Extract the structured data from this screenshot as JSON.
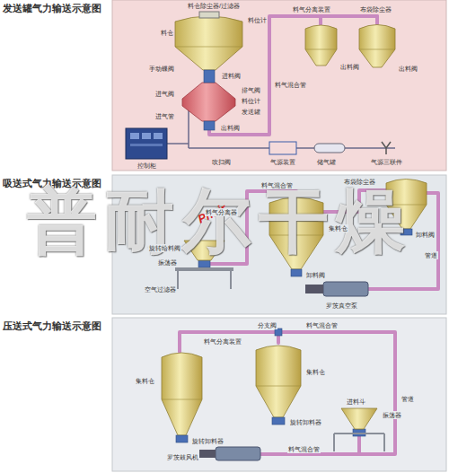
{
  "diagram": {
    "nodes": [
      {
        "text": [
          "发送罐气力输送示意图"
        ]
      },
      {
        "text": [
          "吸送式气力输送示意图"
        ]
      },
      {
        "text": [
          "压送式气力输送示意图"
        ]
      }
    ],
    "labels": [
      "普耐尔干燥",
      "Pnair",
      "料仓除尘器/过滤器",
      "料位计",
      "料仓",
      "料气分离装置",
      "布袋除尘器",
      "手动蝶阀",
      "进料阀",
      "出料阀",
      "出料阀",
      "料气混合管",
      "排气阀",
      "进气阀",
      "料位计",
      "发送罐",
      "进气管",
      "出料阀",
      "控制柜",
      "吹扫阀",
      "气源装置",
      "储气罐",
      "气源三联件",
      "料气混合管",
      "布袋除尘器",
      "料气分离器",
      "集料仓",
      "卸料阀",
      "旋转给料阀",
      "管道",
      "振荡器",
      "卸料阀",
      "空气过滤器",
      "罗茨真空泵",
      "分支阀",
      "料气混合管",
      "料气分离装置",
      "集料仓",
      "集料仓",
      "管道",
      "进料斗",
      "振荡器",
      "旋转卸料器",
      "旋转卸料器",
      "料气混合管",
      "罗茨鼓风机"
    ]
  }
}
